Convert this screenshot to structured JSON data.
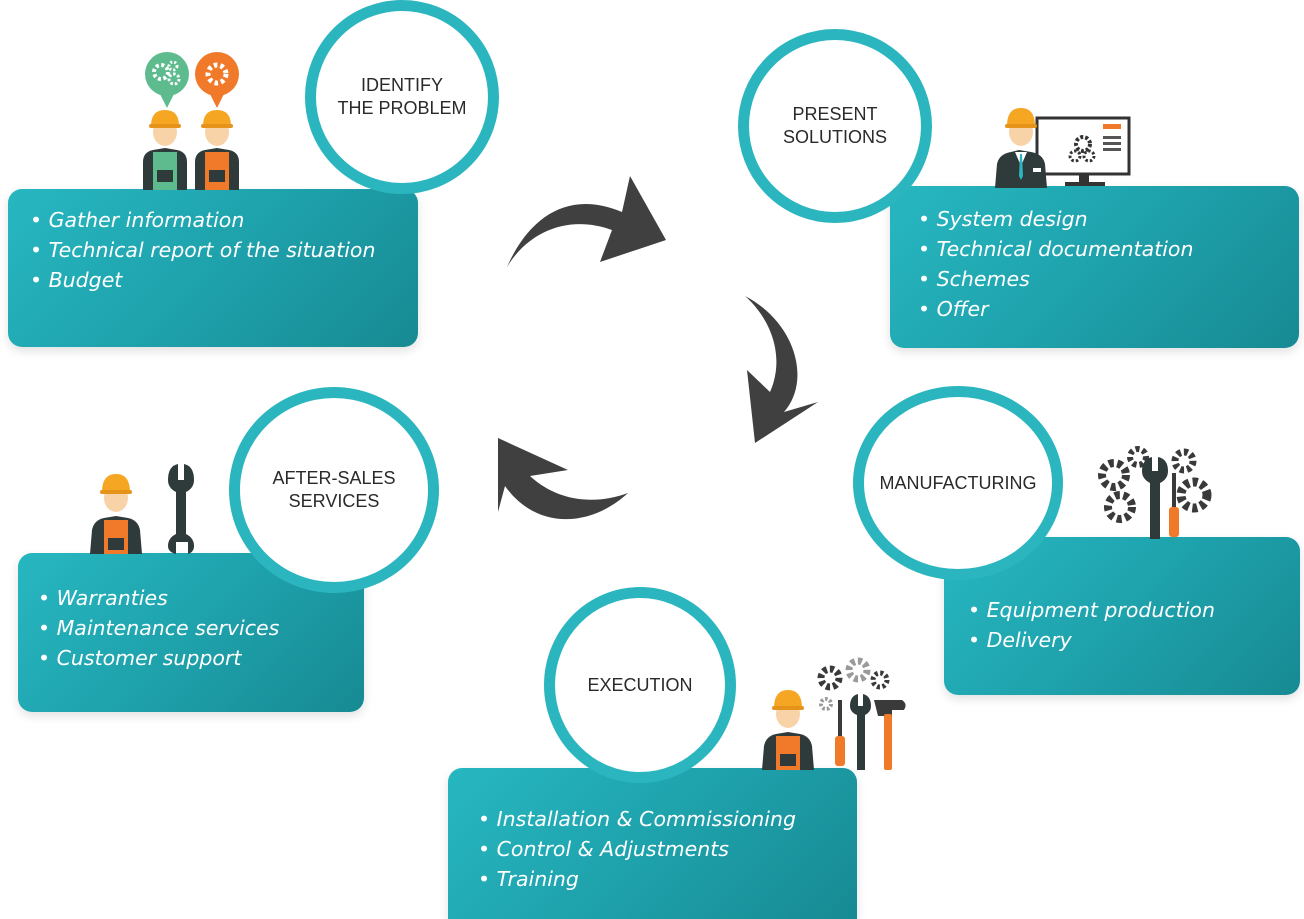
{
  "colors": {
    "teal": "#2bb6bf",
    "card": "#1fa4ae",
    "arrow": "#404040",
    "helmet": "#f5a623",
    "orange": "#f07a2a",
    "green": "#5dbb8e",
    "skin": "#f9d3a8"
  },
  "steps": {
    "identify": {
      "title": "IDENTIFY\nTHE PROBLEM",
      "items": [
        "Gather information",
        "Technical report of the situation",
        "Budget"
      ],
      "icon": "two-workers-gears-icon"
    },
    "present": {
      "title": "PRESENT\nSOLUTIONS",
      "items": [
        "System design",
        "Technical documentation",
        "Schemes",
        "Offer"
      ],
      "icon": "engineer-monitor-icon"
    },
    "manufacturing": {
      "title": "MANUFACTURING",
      "items": [
        "Equipment production",
        "Delivery"
      ],
      "icon": "gears-tools-icon"
    },
    "execution": {
      "title": "EXECUTION",
      "items": [
        "Installation & Commissioning",
        "Control & Adjustments",
        "Training"
      ],
      "icon": "worker-tools-icon"
    },
    "after_sales": {
      "title": "AFTER-SALES\nSERVICES",
      "items": [
        "Warranties",
        "Maintenance services",
        "Customer support"
      ],
      "icon": "worker-wrench-icon"
    }
  }
}
